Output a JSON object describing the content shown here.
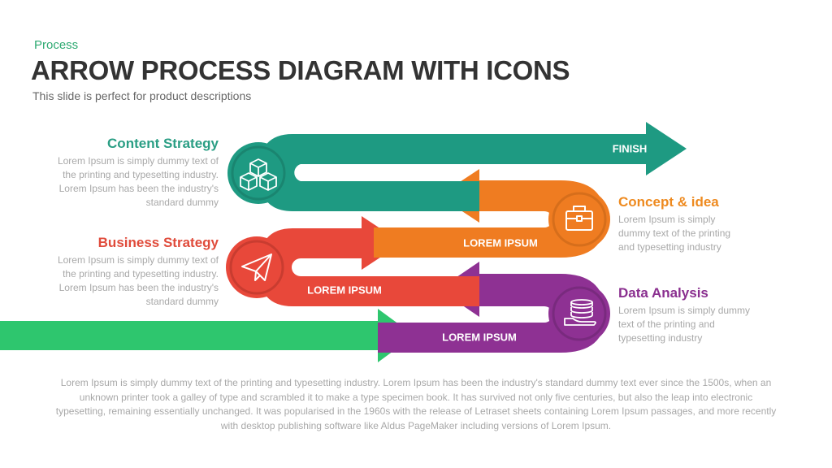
{
  "header": {
    "kicker": "Process",
    "title": "ARROW PROCESS DIAGRAM WITH ICONS",
    "subtitle": "This slide is perfect for product descriptions"
  },
  "colors": {
    "teal": "#1e9a82",
    "orange": "#ef7c21",
    "red": "#e8483a",
    "purple": "#8e3193",
    "green": "#2ec66e",
    "head_teal": "#2a9e84",
    "head_orange": "#ee8a1f",
    "head_red": "#e04b3b",
    "head_purple": "#8a2f8f"
  },
  "steps": {
    "content": {
      "title": "Content Strategy",
      "lines": [
        "Lorem Ipsum  is simply dummy  text of",
        "the printing and typesetting  industry.",
        "Lorem Ipsum  has been the industry's",
        "standard dummy"
      ],
      "icon": "cubes-icon"
    },
    "business": {
      "title": "Business Strategy",
      "lines": [
        "Lorem Ipsum  is simply dummy  text of",
        "the printing and typesetting  industry.",
        "Lorem Ipsum  has been the industry's",
        "standard dummy"
      ],
      "icon": "paper-plane-icon"
    },
    "concept": {
      "title": "Concept & idea",
      "lines": [
        "Lorem Ipsum  is simply",
        "dummy  text of the printing",
        "and typesetting  industry"
      ],
      "icon": "briefcase-icon"
    },
    "data": {
      "title": "Data Analysis",
      "lines": [
        "Lorem Ipsum  is simply dummy",
        "text of the printing and",
        "typesetting  industry"
      ],
      "icon": "hand-coins-icon"
    }
  },
  "arrows": {
    "finish": "FINISH",
    "orange": "LOREM IPSUM",
    "red": "LOREM IPSUM",
    "purple": "LOREM IPSUM"
  },
  "footer": {
    "lines": [
      "Lorem Ipsum  is simply dummy  text of the printing and typesetting  industry.  Lorem Ipsum  has been the industry's  standard dummy  text ever since the 1500s, when an",
      "unknown  printer took a galley of type and scrambled it to make a type  specimen book. It has survived  not only five centuries,  but also the leap into electronic",
      "typesetting,  remaining essentially  unchanged.  It was popularised in the 1960s with the release of Letraset sheets containing  Lorem Ipsum  passages, and more recently",
      "with desktop publishing  software like Aldus PageMaker including versions of Lorem Ipsum."
    ]
  }
}
